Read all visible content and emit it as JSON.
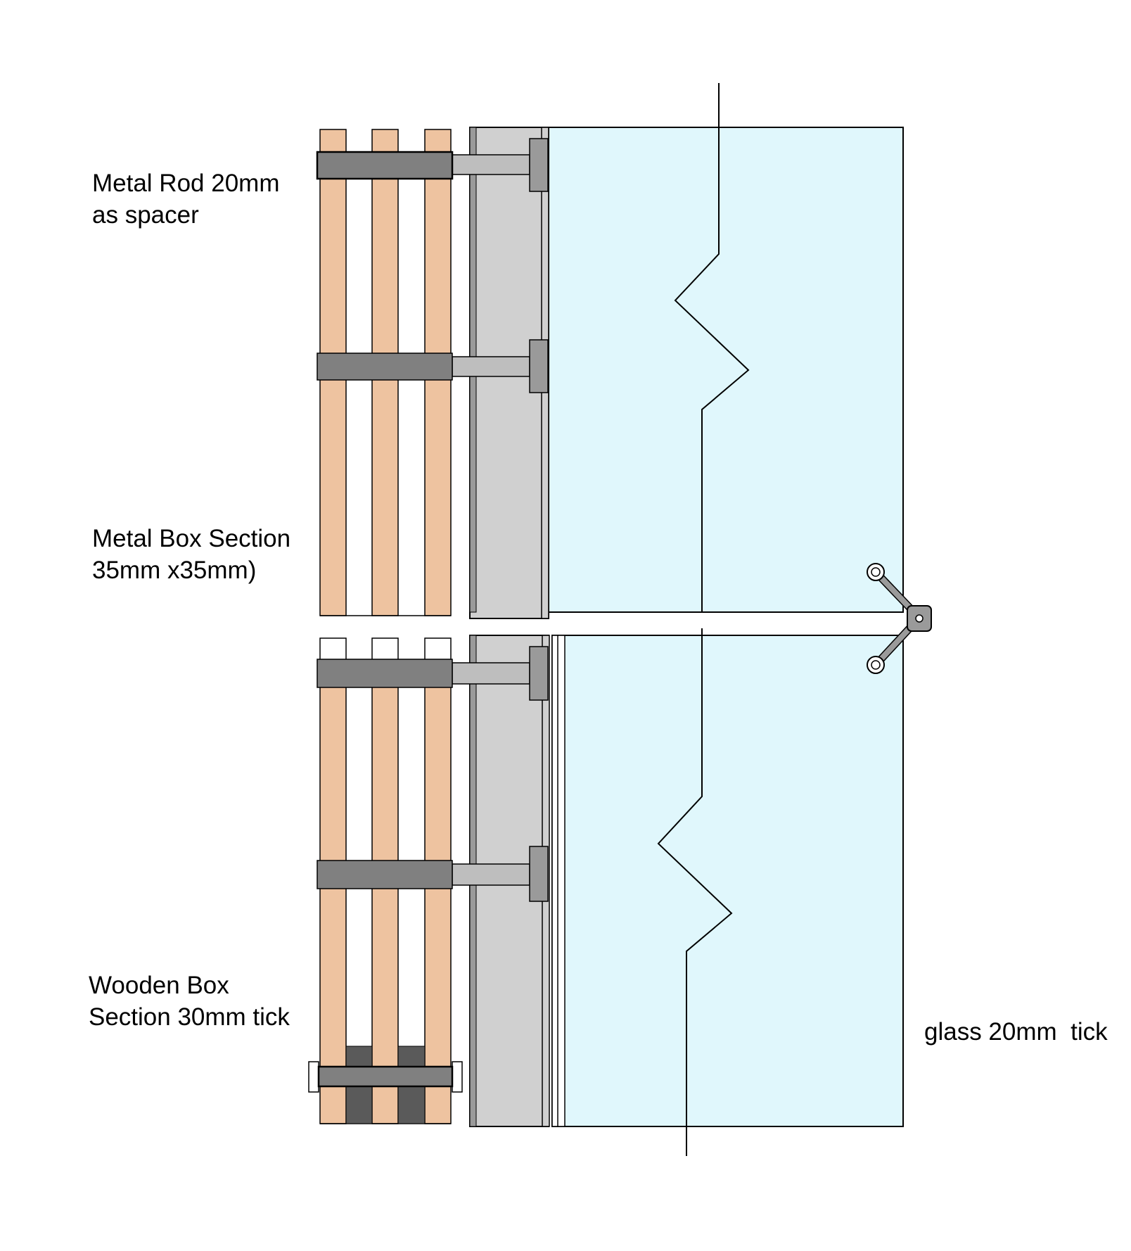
{
  "labels": {
    "metal_rod": {
      "line1": "Metal Rod 20mm",
      "line2": "as spacer"
    },
    "metal_box": {
      "line1": "Metal Box Section",
      "line2": "35mm x35mm)"
    },
    "wooden_box": {
      "line1": "Wooden Box",
      "line2": "Section 30mm tick"
    },
    "glass": {
      "line1": "glass 20mm  tick"
    }
  },
  "colors": {
    "wood": "#EEC3A0",
    "metal_rod": "#808080",
    "spacer": "#BEBEBE",
    "metal_box": "#D0D0D0",
    "plate": "#9A9A9A",
    "glass": "#E0F7FC",
    "outline": "#000000"
  }
}
